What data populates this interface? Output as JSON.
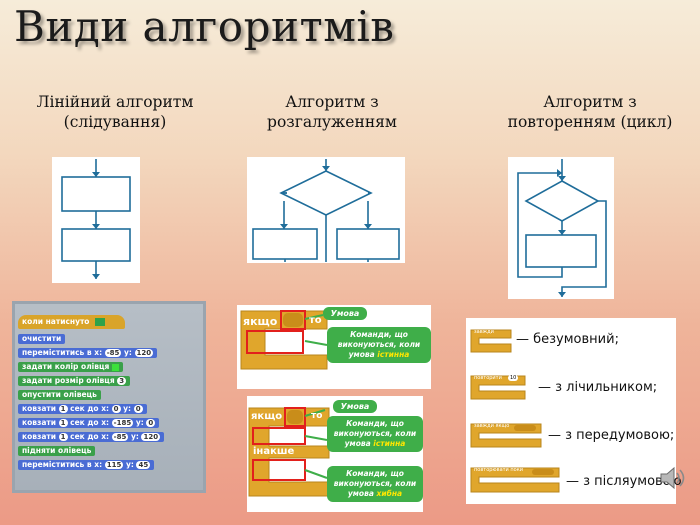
{
  "slide": {
    "title": "Види алгоритмів",
    "columns": [
      {
        "line1": "Лінійний алгоритм",
        "line2": "(слідування)"
      },
      {
        "line1": "Алгоритм з",
        "line2": "розгалуженням"
      },
      {
        "line1": "Алгоритм з",
        "line2": "повторенням (цикл)"
      }
    ]
  },
  "scratch_linear": {
    "blocks": [
      {
        "text": "коли натиснуто",
        "color": "gold"
      },
      {
        "text": "очистити",
        "color": "blue"
      },
      {
        "text": "переміститись в х:",
        "v1": "-85",
        "mid": "у:",
        "v2": "120",
        "color": "blue"
      },
      {
        "text": "задати колір олівця",
        "color": "green"
      },
      {
        "text": "задати розмір олівця",
        "v1": "3",
        "color": "green"
      },
      {
        "text": "опустити олівець",
        "color": "green"
      },
      {
        "text": "ковзати",
        "v1": "1",
        "mid": "сек до х:",
        "v2": "0",
        "mid2": "у:",
        "v3": "0",
        "color": "blue"
      },
      {
        "text": "ковзати",
        "v1": "1",
        "mid": "сек до х:",
        "v2": "-185",
        "mid2": "у:",
        "v3": "0",
        "color": "blue"
      },
      {
        "text": "ковзати",
        "v1": "1",
        "mid": "сек до х:",
        "v2": "-85",
        "mid2": "у:",
        "v3": "120",
        "color": "blue"
      },
      {
        "text": "підняти олівець",
        "color": "green"
      },
      {
        "text": "переміститись в х:",
        "v1": "115",
        "mid": "у:",
        "v2": "45",
        "color": "blue"
      }
    ]
  },
  "scratch_if": {
    "if_label": "якщо",
    "then_label": "то",
    "condition_tag": "Умова",
    "callout_pre": "Команди, що виконуються, коли умова",
    "callout_hl": "істинна"
  },
  "scratch_ifelse": {
    "if_label": "якщо",
    "then_label": "то",
    "else_label": "інакше",
    "condition_tag": "Умова",
    "callout_true_pre": "Команди, що виконуються, коли умова",
    "callout_true_hl": "істинна",
    "callout_false_pre": "Команди, що виконуються, коли умова",
    "callout_false_hl": "хибна"
  },
  "scratch_loops": {
    "items": [
      {
        "block": "завжди",
        "label": "— безумовний;"
      },
      {
        "block": "повторити",
        "value": "10",
        "label": "— з лічильником;"
      },
      {
        "block": "завжди якщо",
        "label": "— з передумовою;"
      },
      {
        "block": "повторювати поки",
        "label": "— з післяумовою"
      }
    ]
  },
  "colors": {
    "gold": "#d9a42a",
    "blue": "#4a6cd4",
    "green": "#3aa04a",
    "callout": "#3fae49",
    "highlight": "#e2201c"
  }
}
